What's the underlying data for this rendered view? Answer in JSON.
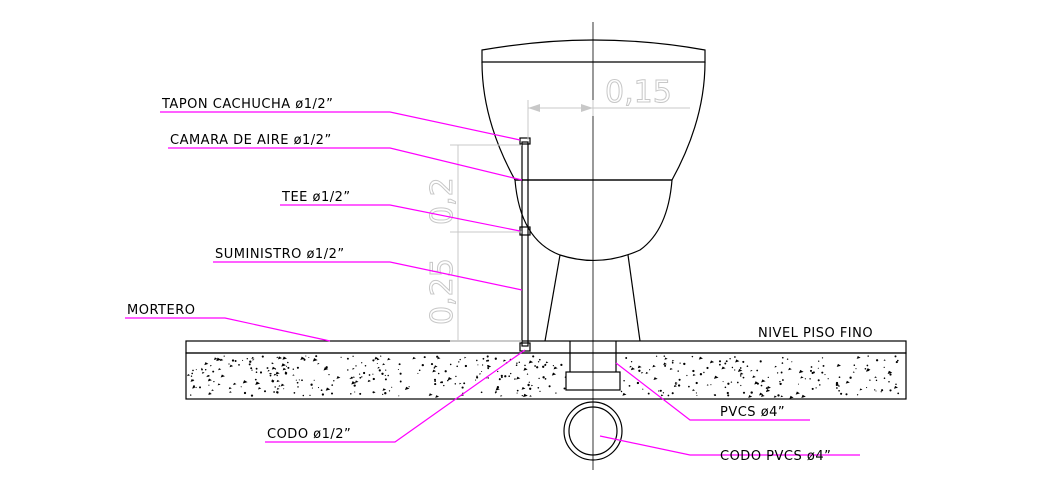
{
  "labels": {
    "tapon": "TAPON CACHUCHA ø1/2”",
    "camara": "CAMARA DE AIRE ø1/2”",
    "tee": "TEE ø1/2”",
    "suministro": "SUMINISTRO ø1/2”",
    "mortero": "MORTERO",
    "nivel": "NIVEL PISO FINO",
    "codo": "CODO ø1/2”",
    "pvcs": "PVCS ø4”",
    "codo_pvcs": "CODO PVCS ø4”"
  },
  "dimensions": {
    "horizontal": "0,15",
    "upper_vertical": "0,2",
    "lower_vertical": "0,25"
  },
  "colors": {
    "leader": "#ff00ff",
    "dimension": "#c8c8c8",
    "line": "#000000"
  }
}
